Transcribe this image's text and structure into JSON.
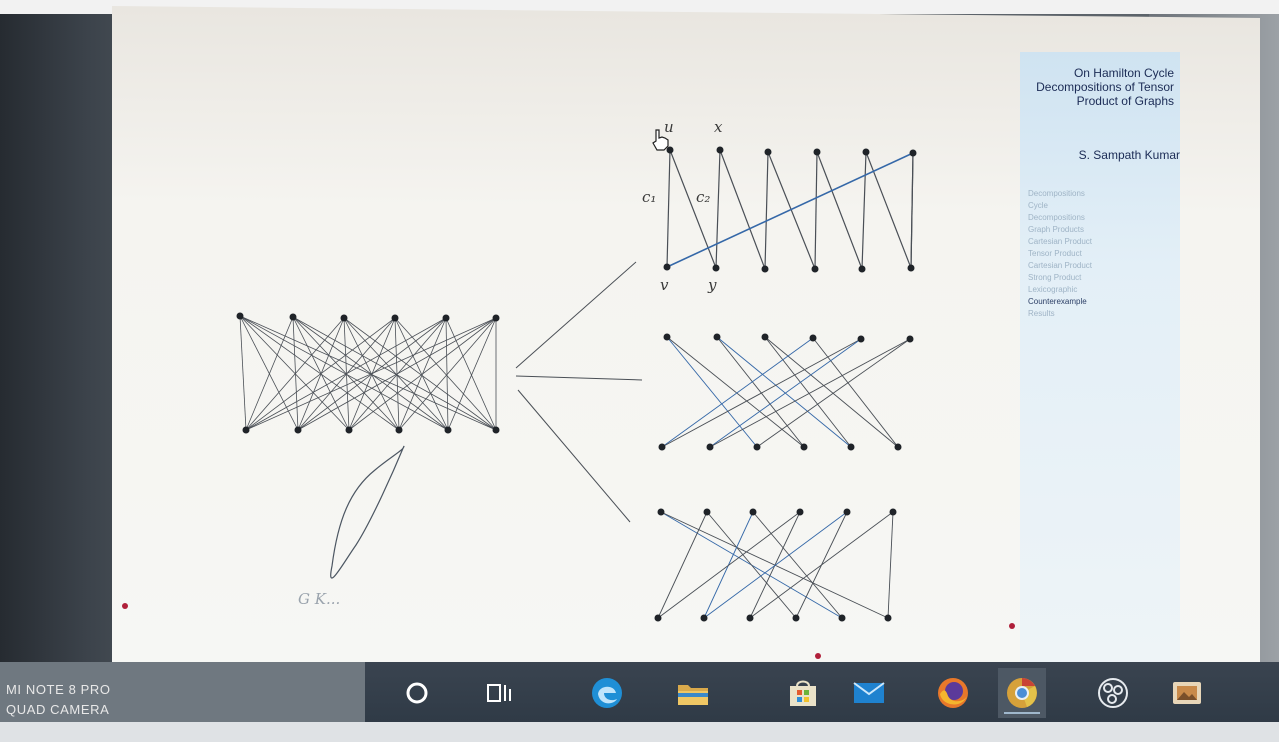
{
  "slide": {
    "graph_labels": {
      "u": "u",
      "x": "x",
      "c1": "c₁",
      "c2": "c₂",
      "v": "v",
      "y": "y"
    },
    "caption": "G   K...",
    "sidebar": {
      "title": "On Hamilton Cycle Decompositions of Tensor Product of Graphs",
      "author": "S. Sampath Kumar",
      "nav_items": [
        "Decompositions",
        "Cycle",
        "Decompositions",
        "Graph Products",
        "Cartesian Product",
        "Tensor Product",
        "Cartesian Product",
        "Strong Product",
        "Lexicographic",
        "Counterexample",
        "Results"
      ],
      "current_nav_index": 9
    }
  },
  "watermark": {
    "line1": "MI NOTE 8 PRO",
    "line2": "QUAD CAMERA"
  },
  "taskbar": {
    "icons": [
      "cortana-icon",
      "task-view-icon",
      "edge-icon",
      "file-explorer-icon",
      "store-icon",
      "mail-icon",
      "firefox-icon",
      "chrome-icon",
      "obs-icon",
      "image-viewer-icon"
    ],
    "active_icon": "chrome-icon",
    "accent": "#2f3a46"
  },
  "colors": {
    "edge": "#4a4f56",
    "highlight": "#3568a8",
    "vertex": "#1f2328"
  }
}
